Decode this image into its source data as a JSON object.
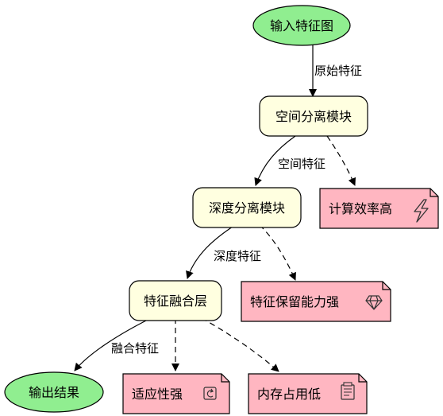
{
  "diagram": {
    "nodes": {
      "input": {
        "label": "输入特征图",
        "color": "#90EE90"
      },
      "spatial": {
        "label": "空间分离模块",
        "color": "#FFFFE0"
      },
      "depth": {
        "label": "深度分离模块",
        "color": "#FFFFE0"
      },
      "fusion": {
        "label": "特征融合层",
        "color": "#FFFFE0"
      },
      "output": {
        "label": "输出结果",
        "color": "#90EE90"
      }
    },
    "notes": {
      "efficiency": {
        "label": "计算效率高",
        "icon": "lightning-icon",
        "color": "#FFB6C1"
      },
      "retention": {
        "label": "特征保留能力强",
        "icon": "diamond-icon",
        "color": "#FFB6C1"
      },
      "adaptive": {
        "label": "适应性强",
        "icon": "refresh-icon",
        "color": "#FFB6C1"
      },
      "memory": {
        "label": "内存占用低",
        "icon": "document-icon",
        "color": "#FFB6C1"
      }
    },
    "edges": {
      "input_to_spatial": "原始特征",
      "spatial_to_depth": "空间特征",
      "depth_to_fusion": "深度特征",
      "fusion_to_output": "融合特征"
    }
  }
}
